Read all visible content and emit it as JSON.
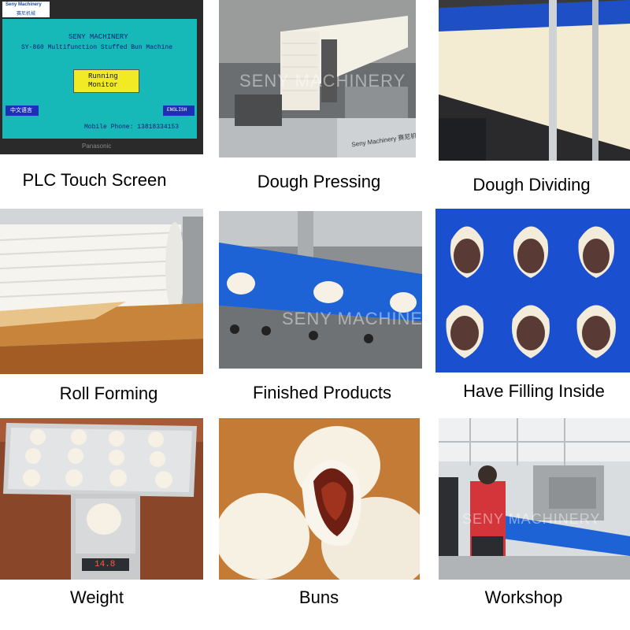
{
  "panels": [
    {
      "caption": "PLC Touch Screen",
      "screen": {
        "brand_logo": "Seny Machinery",
        "brand_cn": "赛尼机械",
        "company": "SENY MACHINERY",
        "model": "SY-860 Multifunction Stuffed Bun Machine",
        "button_line1": "Running",
        "button_line2": "Monitor",
        "lang_cn": "中文语言",
        "lang_en": "ENGLISH",
        "phone": "Mobile Phone: 13818334153",
        "bezel_brand": "Panasonic"
      }
    },
    {
      "caption": "Dough Pressing",
      "watermark": "SENY MACHINERY",
      "plate": "Seny Machinery 赛尼机械"
    },
    {
      "caption": "Dough Dividing"
    },
    {
      "caption": "Roll Forming"
    },
    {
      "caption": "Finished Products",
      "watermark": "SENY MACHINERY"
    },
    {
      "caption": "Have Filling Inside"
    },
    {
      "caption": "Weight",
      "scale_reading": "14.8"
    },
    {
      "caption": "Buns"
    },
    {
      "caption": "Workshop",
      "watermark": "SENY MACHINERY"
    }
  ],
  "colors": {
    "plc_screen": "#17b8b8",
    "plc_button": "#f2ea24",
    "plc_lang": "#1d2fb8",
    "conveyor_blue": "#1e63d6",
    "filling_bg": "#1a4fd0",
    "filling_paste": "#5a3a34"
  }
}
